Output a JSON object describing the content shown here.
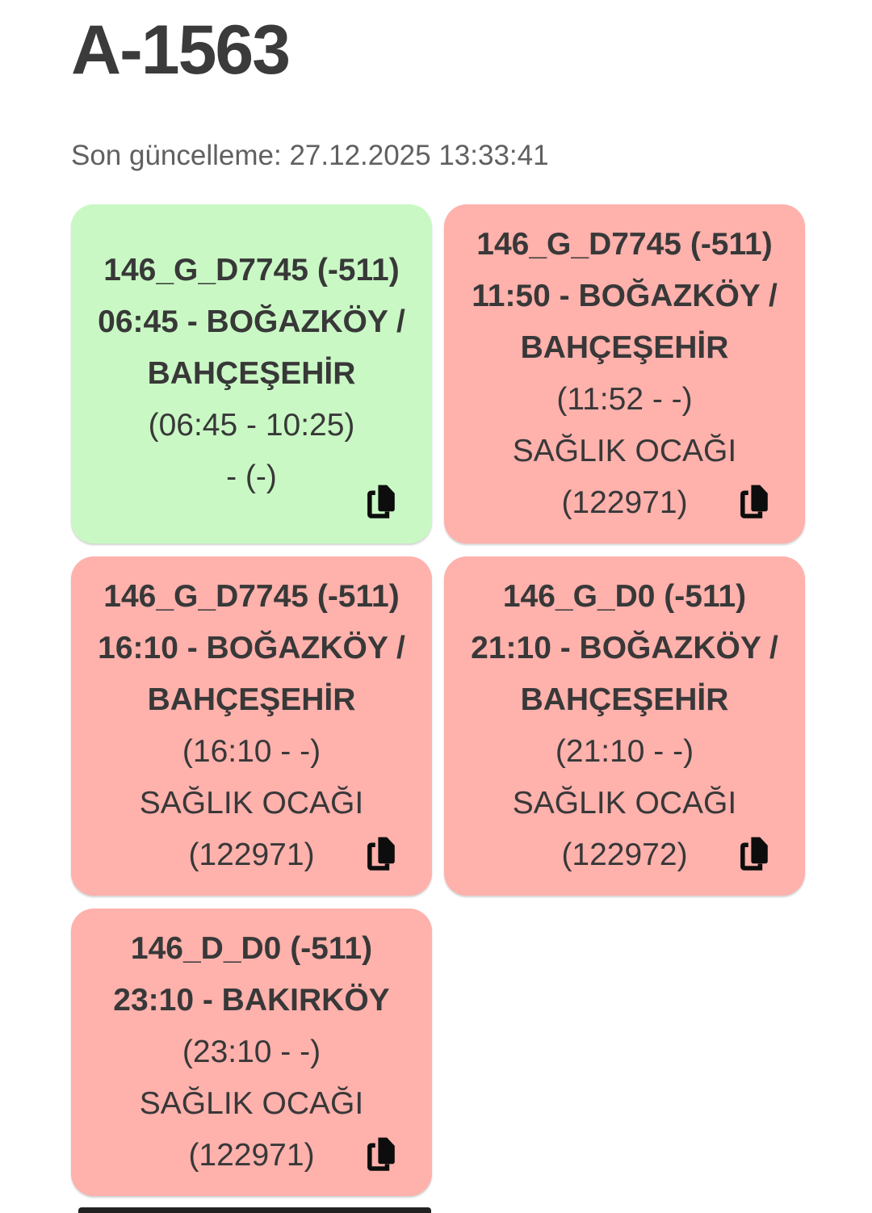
{
  "page": {
    "title": "A-1563",
    "last_update": "Son güncelleme: 27.12.2025 13:33:41"
  },
  "colors": {
    "card_green": "#c9f8c4",
    "card_red": "#ffb1ac",
    "title_text": "#3b3b3b",
    "card_text": "#383838",
    "icon": "#0d0d0d"
  },
  "icons": {
    "copy": "copy-pages-icon"
  },
  "cards": [
    {
      "status": "green",
      "title": "146_G_D7745 (-511)",
      "route": "06:45 - BOĞAZKÖY / BAHÇEŞEHİR",
      "details": [
        "(06:45 - 10:25)",
        "- (-)"
      ]
    },
    {
      "status": "red",
      "title": "146_G_D7745 (-511)",
      "route": "11:50 - BOĞAZKÖY / BAHÇEŞEHİR",
      "details": [
        "(11:52 - -)",
        "SAĞLIK OCAĞI",
        "(122971)"
      ]
    },
    {
      "status": "red",
      "title": "146_G_D7745 (-511)",
      "route": "16:10 - BOĞAZKÖY / BAHÇEŞEHİR",
      "details": [
        "(16:10 - -)",
        "SAĞLIK OCAĞI",
        "(122971)"
      ]
    },
    {
      "status": "red",
      "title": "146_G_D0 (-511)",
      "route": "21:10 - BOĞAZKÖY / BAHÇEŞEHİR",
      "details": [
        "(21:10 - -)",
        "SAĞLIK OCAĞI",
        "(122972)"
      ]
    },
    {
      "status": "red",
      "title": "146_D_D0 (-511)",
      "route": "23:10 - BAKIRKÖY",
      "details": [
        "(23:10 - -)",
        "SAĞLIK OCAĞI",
        "(122971)"
      ]
    }
  ]
}
